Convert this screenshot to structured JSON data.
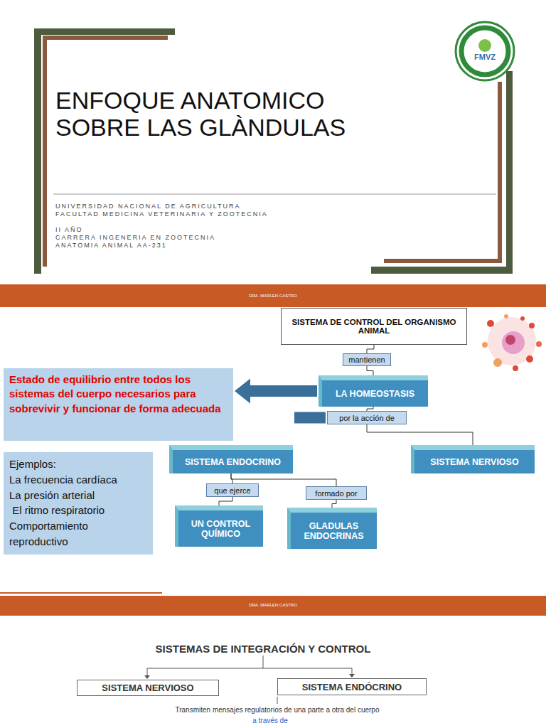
{
  "diagram": {
    "title": "ENFOQUE ANATOMICO SOBRE LAS  GLÀNDULAS",
    "nodes": [
      {
        "text": [
          "SISTEMA DE CONTROL DEL ORGANISMO ANIMAL"
        ]
      },
      {
        "text": [
          "mantienen"
        ]
      },
      {
        "text": [
          "LA HOMEOSTASIS"
        ]
      },
      {
        "text": [
          "Estado de equilibrio entre todos los sistemas del cuerpo necesarios para sobrevivir y funcionar de forma adecuada"
        ]
      },
      {
        "text": [
          "Ejemplos:",
          "La frecuencia cardíaca",
          "La presión arterial",
          " El ritmo respiratorio",
          "Comportamiento reproductivo"
        ]
      },
      {
        "text": [
          "por la acción de"
        ]
      },
      {
        "text": [
          "SISTEMA ENDOCRINO"
        ]
      },
      {
        "text": [
          "SISTEMA NERVIOSO"
        ]
      },
      {
        "text": [
          "que ejerce"
        ]
      },
      {
        "text": [
          "formado por"
        ]
      },
      {
        "text": [
          "UN CONTROL QUÍMICO"
        ]
      },
      {
        "text": [
          "GLADULAS ENDOCRINAS"
        ]
      },
      {
        "text": [
          "SISTEMA NERVIOSO"
        ]
      },
      {
        "text": [
          "SISTEMA ENDÓCRINO"
        ]
      }
    ],
    "edges": [
      {
        "from": 0,
        "to": 1,
        "arrow": "none"
      },
      {
        "from": 1,
        "to": 2,
        "arrow": "none"
      },
      {
        "from": 2,
        "to": 3,
        "arrow": "to"
      },
      {
        "from": 2,
        "to": 5,
        "arrow": "none"
      },
      {
        "from": 5,
        "to": 6,
        "arrow": "none"
      },
      {
        "from": 5,
        "to": 7,
        "arrow": "none"
      },
      {
        "from": 6,
        "to": 8,
        "arrow": "none"
      },
      {
        "from": 6,
        "to": 9,
        "arrow": "none"
      },
      {
        "from": 8,
        "to": 10,
        "arrow": "none"
      },
      {
        "from": 9,
        "to": 11,
        "arrow": "none"
      }
    ],
    "labels": [
      "UNIVERSIDAD NACIONAL DE AGRICULTURA",
      "FACULTAD MEDICINA VETERINARIA Y ZOOTECNIA",
      "II AÑO",
      "CARRERA INGENERIA EN ZOOTECNIA",
      "ANATOMIA ANIMAL AA-231",
      "FMVZ",
      "DRA. MARLEN CASTRO",
      "DRA. MARLEN CASTRO",
      "SISTEMAS DE INTEGRACIÓN Y CONTROL",
      "Transmiten mensajes regulatorios de una parte a otra del cuerpo",
      "a través de"
    ]
  }
}
